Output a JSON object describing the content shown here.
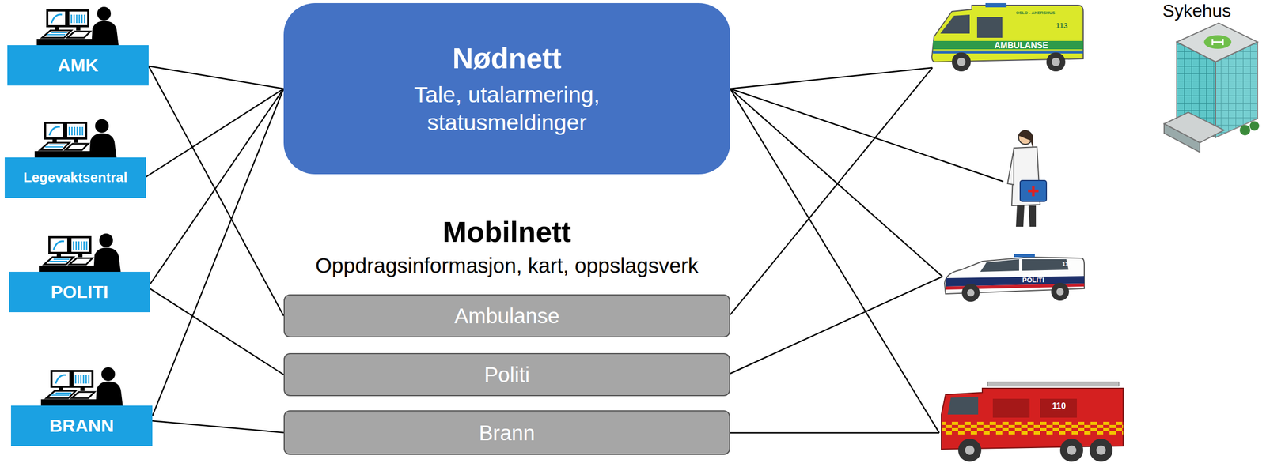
{
  "diagram": {
    "nodes": [
      {
        "text": [
          "AMK"
        ]
      },
      {
        "text": [
          "Legevaktsentral"
        ]
      },
      {
        "text": [
          "POLITI"
        ]
      },
      {
        "text": [
          "BRANN"
        ]
      },
      {
        "text": [
          "Nødnett",
          "Tale, utalarmering, statusmeldinger"
        ]
      },
      {
        "text": [
          "Ambulanse"
        ]
      },
      {
        "text": [
          "Politi"
        ]
      },
      {
        "text": [
          "Brann"
        ]
      }
    ],
    "edges": [
      {
        "from": 0,
        "to": 4,
        "arrow": "none"
      },
      {
        "from": 0,
        "to": 5,
        "arrow": "none"
      },
      {
        "from": 1,
        "to": 4,
        "arrow": "none"
      },
      {
        "from": 2,
        "to": 4,
        "arrow": "none"
      },
      {
        "from": 2,
        "to": 6,
        "arrow": "none"
      },
      {
        "from": 3,
        "to": 4,
        "arrow": "none"
      },
      {
        "from": 3,
        "to": 7,
        "arrow": "none"
      }
    ],
    "labels": [
      "Sykehus",
      "Mobilnett",
      "Oppdragsinformasjon, kart, oppslagsverk",
      "OSLO - AKERSHUS",
      "113",
      "AMBULANSE",
      "112",
      "POLITI",
      "110"
    ]
  }
}
